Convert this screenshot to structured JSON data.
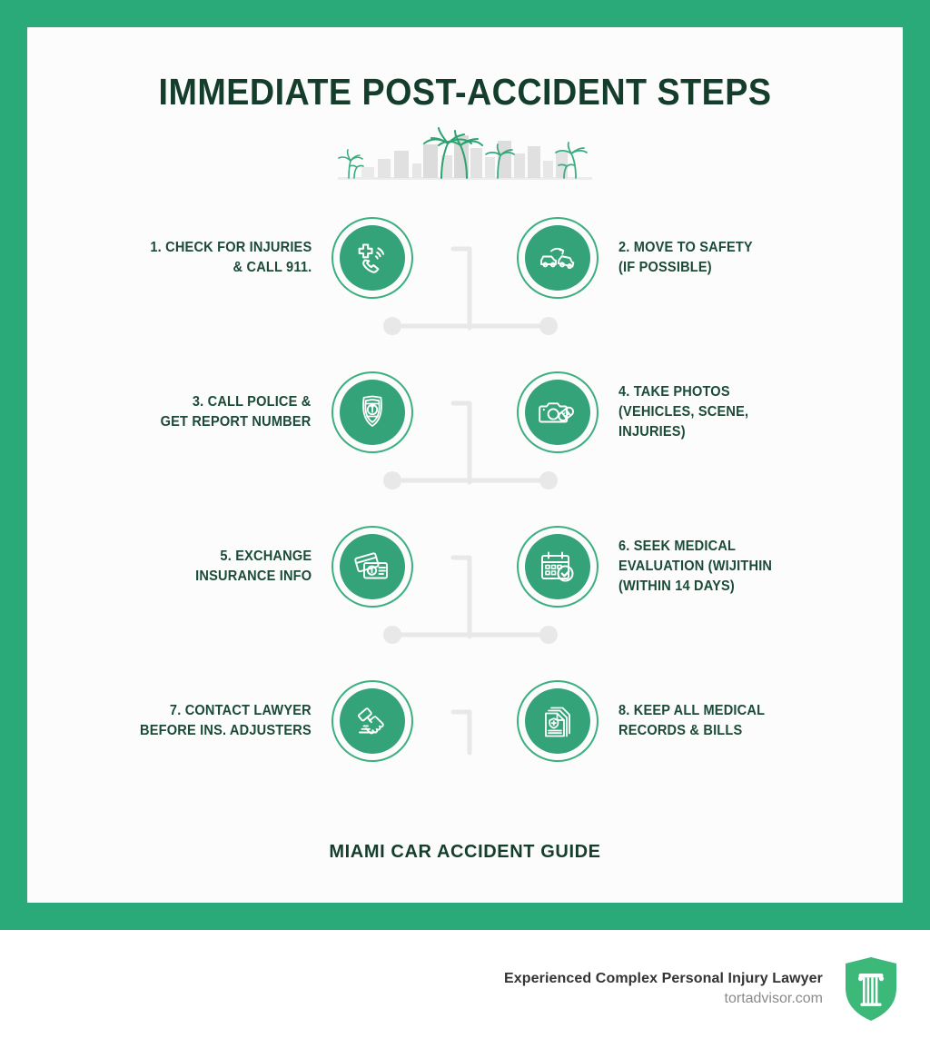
{
  "theme": {
    "frame_green": "#2BAA79",
    "icon_green": "#35A379",
    "ring_green": "#3CAF7F",
    "title_dark": "#143D2B",
    "label_dark": "#1B4B37",
    "connector_gray": "#E8E8E8",
    "card_bg": "#FCFCFC",
    "brand_text": "#333333",
    "brand_url": "#8A8A8A"
  },
  "header": {
    "title": "IMMEDIATE POST-ACCIDENT STEPS",
    "skyline_alt": "miami-skyline-with-palm-trees"
  },
  "steps": [
    {
      "number": "1",
      "side": "left",
      "icon": "phone-medical-cross-icon",
      "lines": [
        "1. CHECK FOR INJURIES",
        "& CALL 911."
      ]
    },
    {
      "number": "2",
      "side": "right",
      "icon": "two-cars-move-arrow-icon",
      "lines": [
        "2. MOVE TO SAFETY",
        "(IF POSSIBLE)"
      ]
    },
    {
      "number": "3",
      "side": "left",
      "icon": "police-badge-icon",
      "lines": [
        "3. CALL POLICE &",
        "GET REPORT NUMBER"
      ]
    },
    {
      "number": "4",
      "side": "right",
      "icon": "camera-bandage-icon",
      "lines": [
        "4. TAKE PHOTOS",
        "(VEHICLES, SCENE,",
        "INJURIES)"
      ]
    },
    {
      "number": "5",
      "side": "left",
      "icon": "insurance-cards-icon",
      "lines": [
        "5. EXCHANGE",
        "INSURANCE INFO"
      ]
    },
    {
      "number": "6",
      "side": "right",
      "icon": "calendar-check-icon",
      "lines": [
        "6. SEEK MEDICAL",
        "EVALUATION (WIJITHIN",
        "(WITHIN 14 DAYS)"
      ]
    },
    {
      "number": "7",
      "side": "left",
      "icon": "handshake-gavel-icon",
      "lines": [
        "7. CONTACT LAWYER",
        "BEFORE INS. ADJUSTERS"
      ]
    },
    {
      "number": "8",
      "side": "right",
      "icon": "medical-records-documents-icon",
      "lines": [
        "8. KEEP ALL MEDICAL",
        "RECORDS & BILLS"
      ]
    }
  ],
  "card_footer": {
    "text": "MIAMI CAR ACCIDENT GUIDE"
  },
  "brand": {
    "tagline": "Experienced Complex Personal Injury Lawyer",
    "url": "tortadvisor.com",
    "logo": "shield-column-logo"
  }
}
